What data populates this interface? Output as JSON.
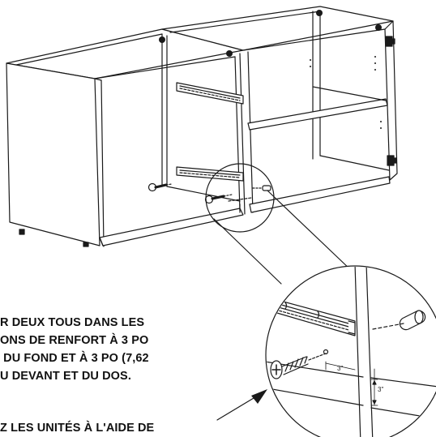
{
  "instructions": {
    "lines": [
      "R DEUX TOUS DANS LES",
      "ONS DE RENFORT À 3 PO",
      " DU FOND ET À 3 PO (7,62",
      "U DEVANT ET DU DOS."
    ],
    "next_line": "Z LES UNITÉS À L'AIDE DE"
  },
  "callout": {
    "dim_horizontal": "3\"",
    "dim_vertical": "3\""
  },
  "colors": {
    "line": "#1a1a1a",
    "bracket": "#555555",
    "background": "#ffffff"
  }
}
